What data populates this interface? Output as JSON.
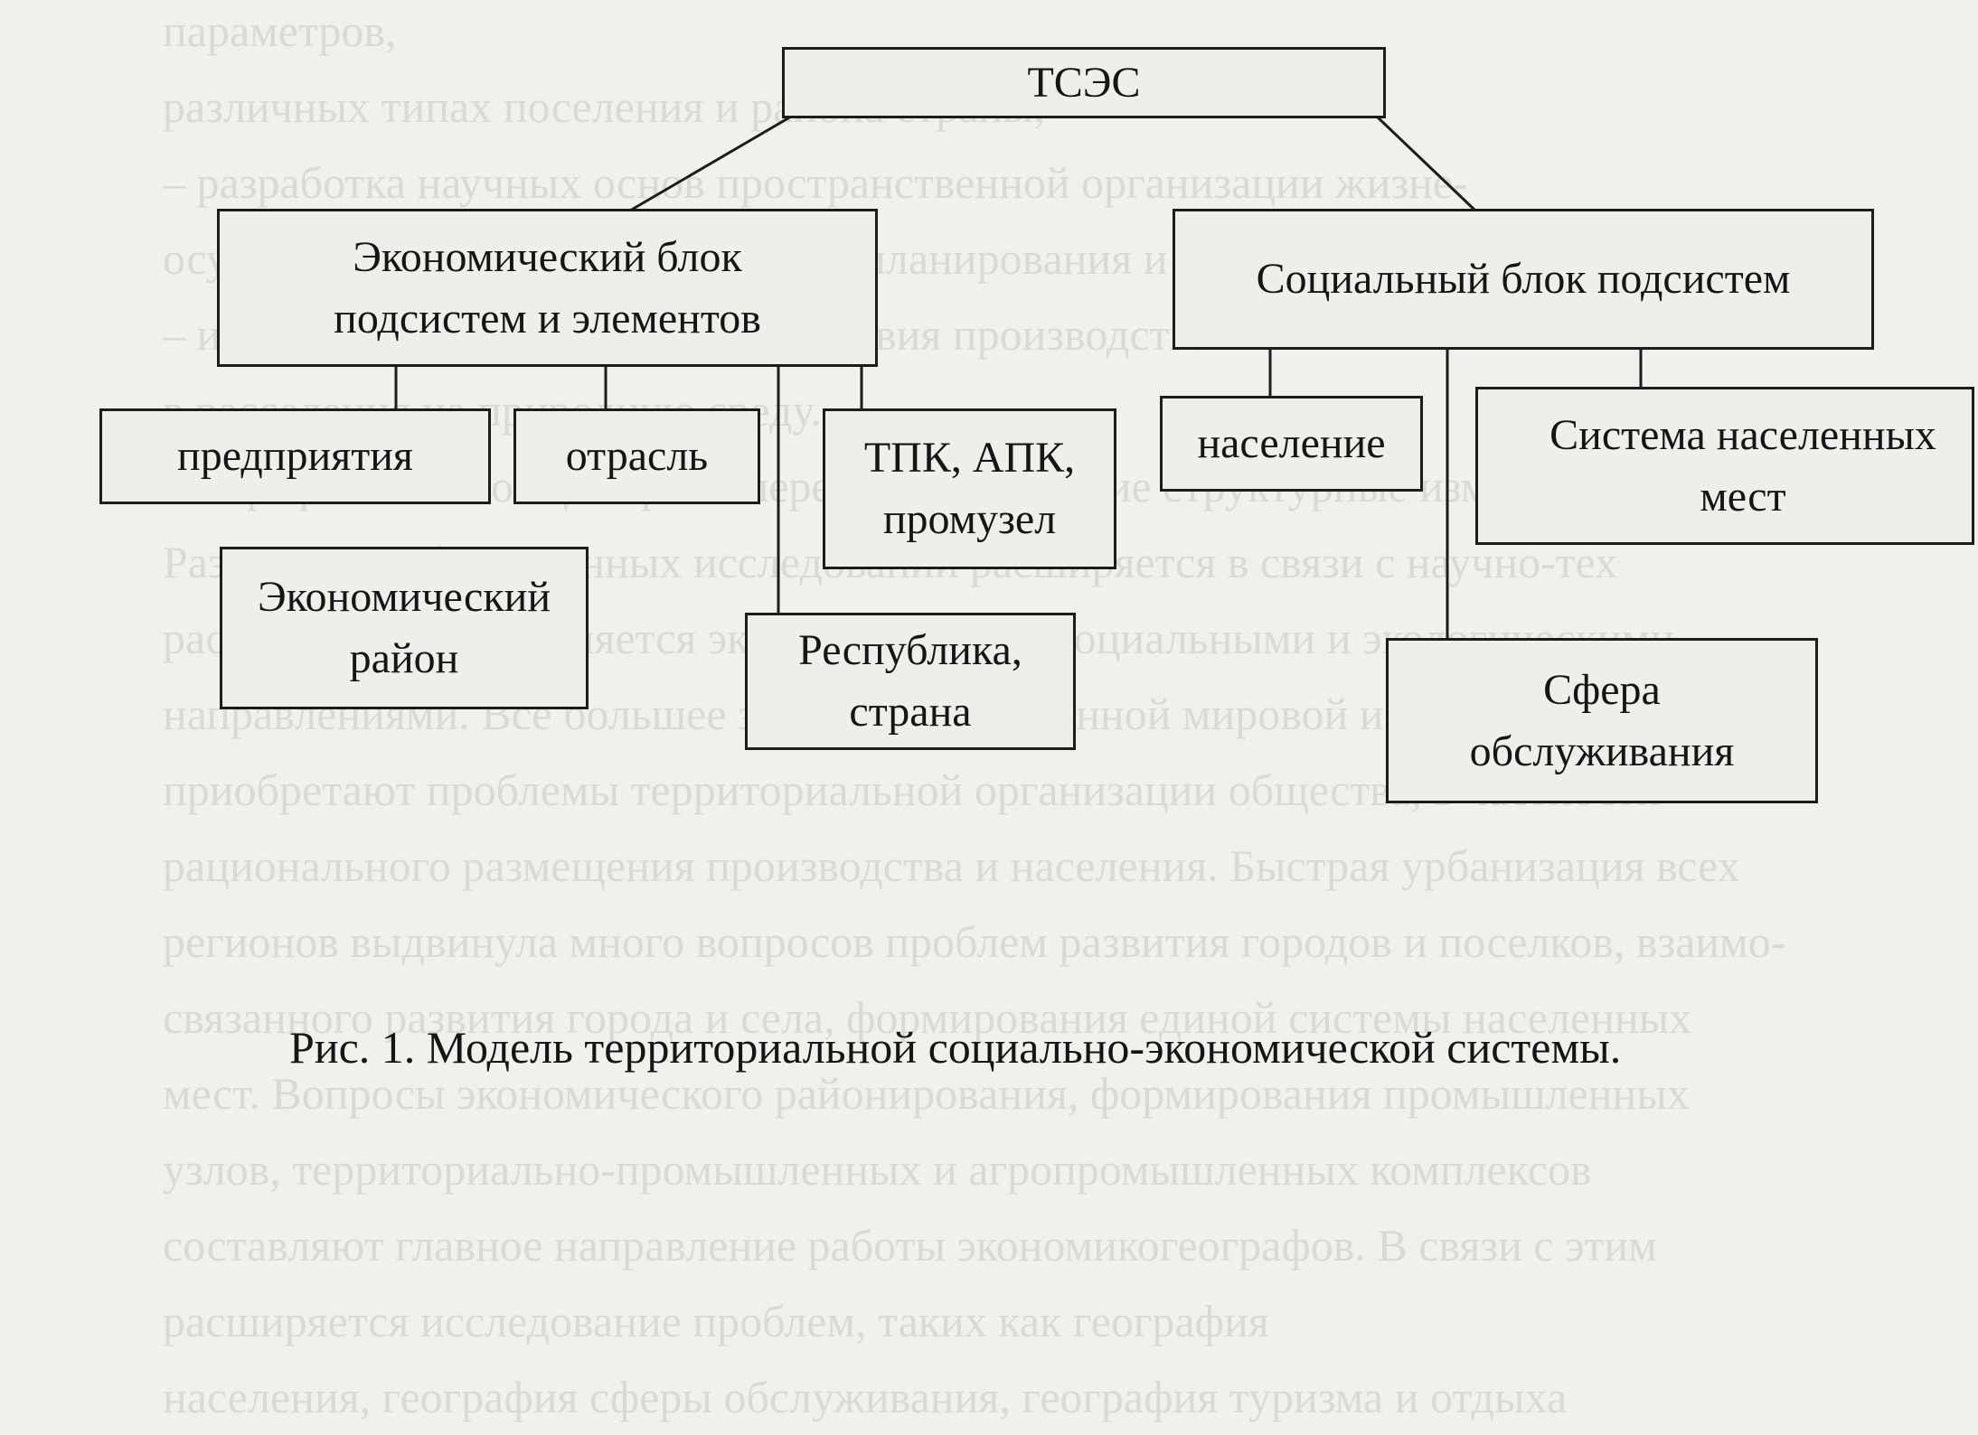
{
  "background_text": [
    "параметров,",
    "различных типах поселения и района страны;",
    "– разработка научных основ пространственной организации жизне-",
    "осуществления общества для целей планирования и проектирования;",
    "– изучение экологического соответствия производства",
    "в расселения на природную среду.",
    "География в настоящее время переживает глубокие структурные изменения",
    "Развитие ее общественных исследований расширяется в связи с научно-тех",
    "расширяется и дополняется экономическими, социальными и экологическими",
    "направлениями. Все большее значение современной мировой и советской географии",
    "приобретают проблемы территориальной организации общества, в частности",
    "рационального размещения производства и населения. Быстрая урбанизация всех",
    "регионов выдвинула много вопросов проблем развития городов и поселков, взаимо-",
    "связанного развития города и села, формирования единой системы населенных",
    "мест. Вопросы экономического районирования, формирования промышленных",
    "узлов, территориально-промышленных и агропромышленных комплексов",
    "составляют главное направление работы экономикогеографов. В связи с этим",
    "расширяется исследование проблем, таких как география",
    "населения, география сферы обслуживания, география туризма и отдыха"
  ],
  "diagram": {
    "root": "ТСЭС",
    "economic_block": [
      "Экономический блок",
      "подсистем и элементов"
    ],
    "social_block": "Социальный блок подсистем",
    "enterprises": "предприятия",
    "industry": "отрасль",
    "tpk": [
      "ТПК, АПК,",
      "промузел"
    ],
    "economic_region": [
      "Экономический",
      "район"
    ],
    "republic": [
      "Республика,",
      "страна"
    ],
    "population": "население",
    "settlements": [
      "Система населенных",
      "мест"
    ],
    "services": [
      "Сфера",
      "обслуживания"
    ]
  },
  "caption": "Рис. 1. Модель территориальной социально-экономической системы."
}
